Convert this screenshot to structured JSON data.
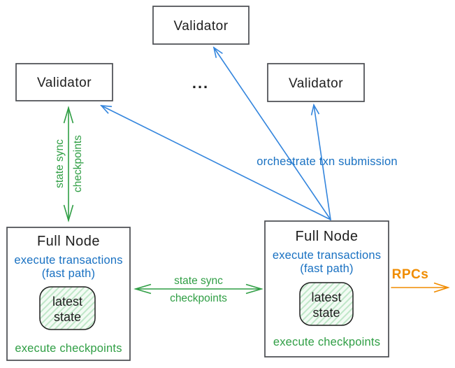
{
  "colors": {
    "green": "#2f9e44",
    "blue_text": "#1971c2",
    "blue_arrow": "#3385dd",
    "orange": "#f08c00",
    "box_border": "#494c50",
    "text_dark": "#1e1e1e",
    "hatch_line": "#bfe7c8",
    "hatch_bg": "#f3fbf4"
  },
  "validators": {
    "top_label": "Validator",
    "left_label": "Validator",
    "right_label": "Validator",
    "ellipsis": "..."
  },
  "full_node_left": {
    "title": "Full Node",
    "exec_line1": "execute transactions",
    "exec_line2": "(fast path)",
    "state_line1": "latest",
    "state_line2": "state",
    "footer": "execute checkpoints"
  },
  "full_node_right": {
    "title": "Full Node",
    "exec_line1": "execute transactions",
    "exec_line2": "(fast path)",
    "state_line1": "latest",
    "state_line2": "state",
    "footer": "execute checkpoints"
  },
  "arrows": {
    "vertical_label_line1": "state sync",
    "vertical_label_line2": "checkpoints",
    "horizontal_label_line1": "state sync",
    "horizontal_label_line2": "checkpoints",
    "orchestrate_label": "orchestrate txn submission",
    "rpc_label": "RPCs"
  }
}
